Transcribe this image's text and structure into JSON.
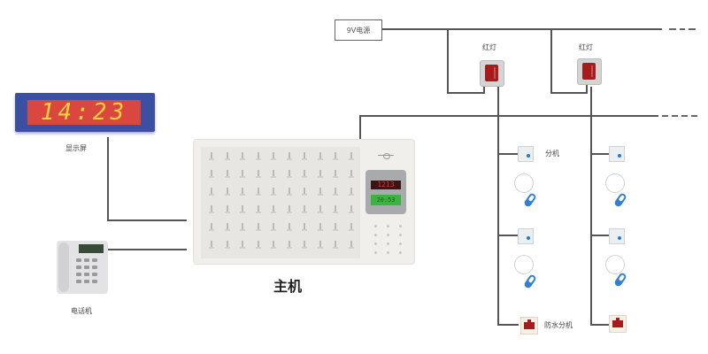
{
  "power_supply": {
    "label": "9V电源"
  },
  "display": {
    "time": "14:23",
    "label": "显示屏"
  },
  "host": {
    "label": "主机",
    "led_red_text": "1213",
    "led_green_text": "20:53"
  },
  "phone": {
    "label": "电话机"
  },
  "red_lights": [
    {
      "label": "红灯"
    },
    {
      "label": "红灯"
    }
  ],
  "extensions": {
    "extension_label": "分机",
    "waterproof_label": "防水分机"
  },
  "colors": {
    "display_frame": "#3b4fa3",
    "display_face": "#d9473f",
    "display_digits": "#f5d040",
    "lamp_red": "#a51c1c",
    "button_blue": "#2f7fd6",
    "wire": "#555555"
  }
}
